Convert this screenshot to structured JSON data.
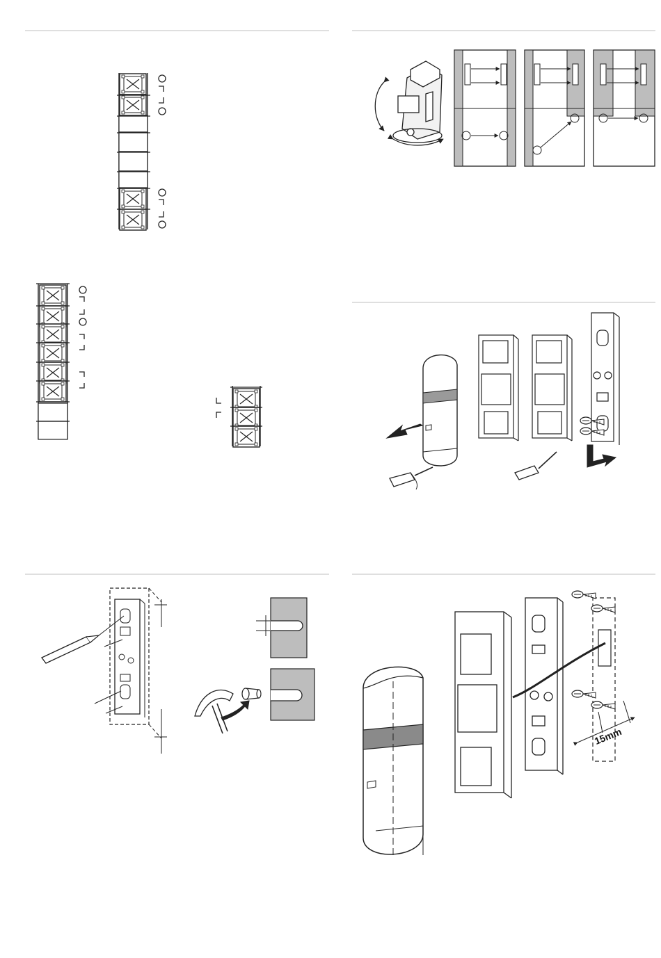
{
  "page": {
    "background": "#ffffff",
    "rule_color": "#cccccc",
    "line_color": "#222222",
    "fill_gray": "#bdbdbd"
  },
  "panels": [
    {
      "name": "terminal-block-wiring-a"
    },
    {
      "name": "alignment-rotation"
    },
    {
      "name": "terminal-block-wiring-b"
    },
    {
      "name": "cover-removal"
    },
    {
      "name": "drilling-template"
    },
    {
      "name": "wall-mounting"
    }
  ],
  "labels": {
    "mount_distance": "15mm"
  },
  "icons": [
    "screw-terminal-icon",
    "screwdriver-icon",
    "pencil-icon",
    "hammer-icon",
    "wall-plug-icon",
    "screw-icon",
    "arrow-icon"
  ]
}
